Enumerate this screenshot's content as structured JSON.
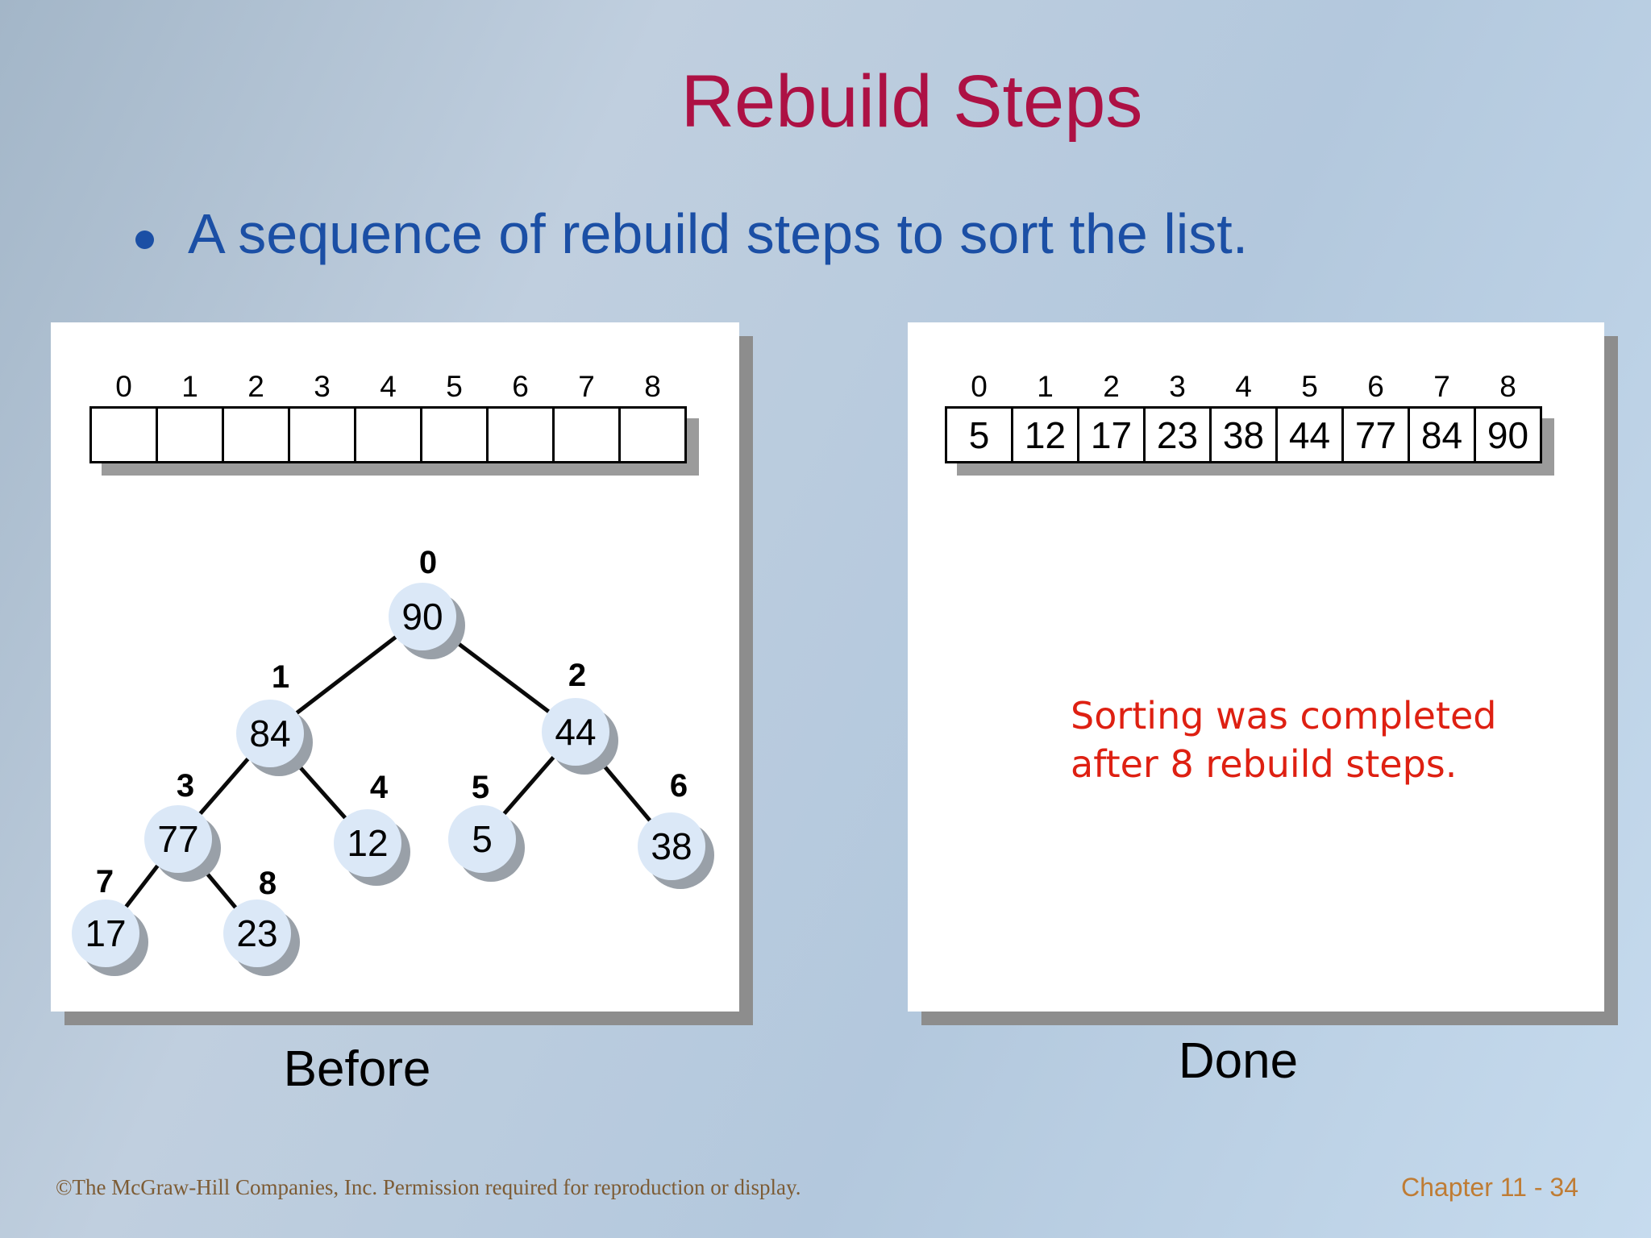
{
  "slide": {
    "title": "Rebuild Steps",
    "bullet": "A sequence of rebuild steps to sort the list.",
    "footer_left": "©The McGraw-Hill Companies, Inc. Permission required for reproduction or display.",
    "footer_right": "Chapter 11 - 34"
  },
  "before_panel": {
    "label": "Before",
    "array": {
      "indices": [
        "0",
        "1",
        "2",
        "3",
        "4",
        "5",
        "6",
        "7",
        "8"
      ],
      "values": [
        "",
        "",
        "",
        "",
        "",
        "",
        "",
        "",
        ""
      ]
    },
    "tree": {
      "nodes": [
        {
          "index": "0",
          "value": "90"
        },
        {
          "index": "1",
          "value": "84"
        },
        {
          "index": "2",
          "value": "44"
        },
        {
          "index": "3",
          "value": "77"
        },
        {
          "index": "4",
          "value": "12"
        },
        {
          "index": "5",
          "value": "5"
        },
        {
          "index": "6",
          "value": "38"
        },
        {
          "index": "7",
          "value": "17"
        },
        {
          "index": "8",
          "value": "23"
        }
      ],
      "edges": [
        [
          "0",
          "1"
        ],
        [
          "0",
          "2"
        ],
        [
          "1",
          "3"
        ],
        [
          "1",
          "4"
        ],
        [
          "2",
          "5"
        ],
        [
          "2",
          "6"
        ],
        [
          "3",
          "7"
        ],
        [
          "3",
          "8"
        ]
      ]
    }
  },
  "done_panel": {
    "label": "Done",
    "array": {
      "indices": [
        "0",
        "1",
        "2",
        "3",
        "4",
        "5",
        "6",
        "7",
        "8"
      ],
      "values": [
        "5",
        "12",
        "17",
        "23",
        "38",
        "44",
        "77",
        "84",
        "90"
      ]
    },
    "note_line1": "Sorting was completed",
    "note_line2": "after 8 rebuild steps."
  },
  "colors": {
    "title_color": "#ad1144",
    "bullet_color": "#1b4fa5",
    "note_color": "#de2012",
    "node_fill": "#dbe8f7",
    "node_shadow": "#99a0a8",
    "panel_shadow": "#8d8d8d",
    "array_shadow": "#9b9b9b",
    "footer_left_color": "#7d5c35",
    "footer_right_color": "#bf7c34"
  }
}
